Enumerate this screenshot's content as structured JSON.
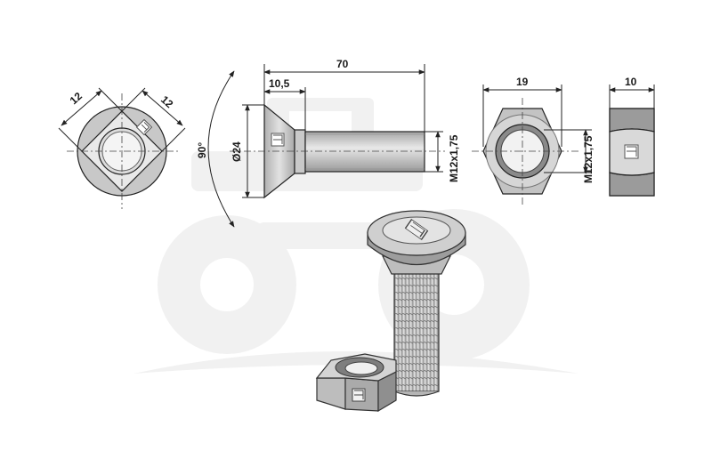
{
  "drawing": {
    "dims": {
      "square_left": "12",
      "square_right": "12",
      "angle": "90°",
      "head_diameter": "Ø24",
      "length": "70",
      "head_height": "10,5",
      "thread": "M12x1,75",
      "nut_width": "19",
      "nut_thread": "M12x1,75",
      "nut_height": "10"
    },
    "colors": {
      "metal_light": "#e4e4e4",
      "metal_mid": "#bdbdbd",
      "metal_dark": "#8c8c8c",
      "watermark": "#f1f1f1",
      "line": "#222222"
    },
    "icons": [
      "tractor-watermark-icon",
      "brand-logo-icon"
    ]
  }
}
